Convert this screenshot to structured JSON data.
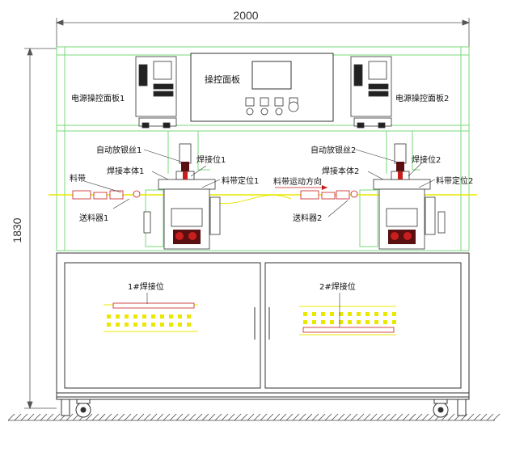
{
  "dimensions": {
    "width": "2000",
    "height": "1830"
  },
  "control_panel": {
    "title": "操控面板"
  },
  "power_panels": {
    "left": "电源操控面板1",
    "right": "电源操控面板2"
  },
  "labels": {
    "auto_pay_1": "自动放银丝1",
    "auto_pay_2": "自动放银丝2",
    "weld_body_1": "焊接本体1",
    "weld_body_2": "焊接本体2",
    "weld_pos_1": "焊接位1",
    "weld_pos_2": "焊接位2",
    "strip_locate_1": "料带定位1",
    "strip_locate_2": "料带定位2",
    "material_strip": "料带",
    "strip_direction": "料带运动方向",
    "feeder_1": "送料器1",
    "feeder_2": "送料器2"
  },
  "cabinet": {
    "weld_pos_1": "1#焊接位",
    "weld_pos_2": "2#焊接位"
  },
  "colors": {
    "line": "#333333",
    "green": "#7ad87a",
    "yellow": "#e8e800",
    "red": "#c81e1e",
    "dark_red": "#5a1010",
    "orange": "#e0a000"
  }
}
